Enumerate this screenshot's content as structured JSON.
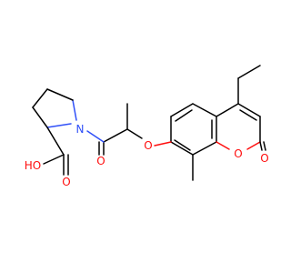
{
  "molecule": {
    "labels": {
      "n1": "N",
      "o_ether": "O",
      "o_ring": "O",
      "o_amide": "O",
      "o_lactone_carbonyl": "O",
      "o_acid_carbonyl": "O",
      "oh_acid": "HO"
    },
    "colors": {
      "bond": "#000000",
      "oxygen": "#ff0d0d",
      "nitrogen": "#3050f8",
      "background": "#ffffff"
    }
  }
}
